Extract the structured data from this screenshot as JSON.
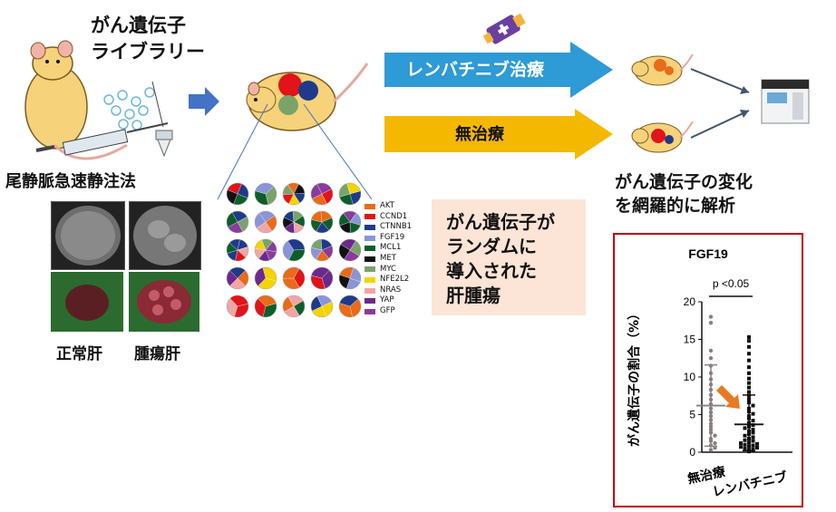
{
  "library_title": "がん遺伝子\nライブラリー",
  "injection_label": "尾静脈急速静注法",
  "tissue": {
    "normal": "正常肝",
    "tumor": "腫瘍肝"
  },
  "treatment_arrow": {
    "label": "レンバチニブ治療",
    "color": "#2e9ad6"
  },
  "control_arrow": {
    "label": "無治療",
    "color": "#f5b800"
  },
  "analysis_text": "がん遺伝子の変化\nを網羅的に解析",
  "summary_box": "がん遺伝子が\nランダムに\n導入された\n肝腫瘍",
  "legend": [
    {
      "name": "AKT",
      "color": "#e96a19"
    },
    {
      "name": "CCND1",
      "color": "#e0141a"
    },
    {
      "name": "CTNNB1",
      "color": "#1f3a8a"
    },
    {
      "name": "FGF19",
      "color": "#8a94d8"
    },
    {
      "name": "MCL1",
      "color": "#0d5e2b"
    },
    {
      "name": "MET",
      "color": "#111111"
    },
    {
      "name": "MYC",
      "color": "#7aa36a"
    },
    {
      "name": "NFE2L2",
      "color": "#f4d300"
    },
    {
      "name": "NRAS",
      "color": "#f2a5a5"
    },
    {
      "name": "YAP",
      "color": "#6a2a8c"
    },
    {
      "name": "GFP",
      "color": "#8a3b9e"
    }
  ],
  "chart_data": {
    "type": "scatter",
    "title": "FGF19",
    "ylabel": "がん遺伝子の割合（%）",
    "ylim": [
      0,
      20
    ],
    "yticks": [
      0,
      5,
      10,
      15,
      20
    ],
    "categories": [
      "無治療",
      "レンバチニブ"
    ],
    "annotation": "p <0.05",
    "series": [
      {
        "name": "無治療",
        "color": "#8a7f7f",
        "mean": 6.2,
        "sd_low": 0.8,
        "sd_high": 11.6,
        "values": [
          0.3,
          0.6,
          0.9,
          1.2,
          1.5,
          1.8,
          2.2,
          2.6,
          3.0,
          3.4,
          3.8,
          4.3,
          4.8,
          5.3,
          5.8,
          6.4,
          7.0,
          7.6,
          8.3,
          9.0,
          9.7,
          10.5,
          11.5,
          12.5,
          13.5,
          17.2,
          18.0
        ]
      },
      {
        "name": "レンバチニブ",
        "color": "#111111",
        "mean": 3.7,
        "sd_low": 0.2,
        "sd_high": 7.6,
        "values": [
          0.1,
          0.2,
          0.3,
          0.4,
          0.5,
          0.6,
          0.7,
          0.8,
          0.9,
          1.0,
          1.1,
          1.2,
          1.3,
          1.5,
          1.6,
          1.8,
          2.0,
          2.2,
          2.4,
          2.6,
          2.8,
          3.0,
          3.2,
          3.4,
          3.6,
          3.9,
          4.2,
          4.5,
          4.8,
          5.1,
          5.4,
          5.8,
          6.2,
          6.6,
          7.0,
          7.5,
          8.0,
          8.6,
          9.2,
          9.8,
          10.5,
          11.3,
          12.2,
          13.1,
          14.0,
          14.8,
          15.3
        ]
      }
    ]
  }
}
